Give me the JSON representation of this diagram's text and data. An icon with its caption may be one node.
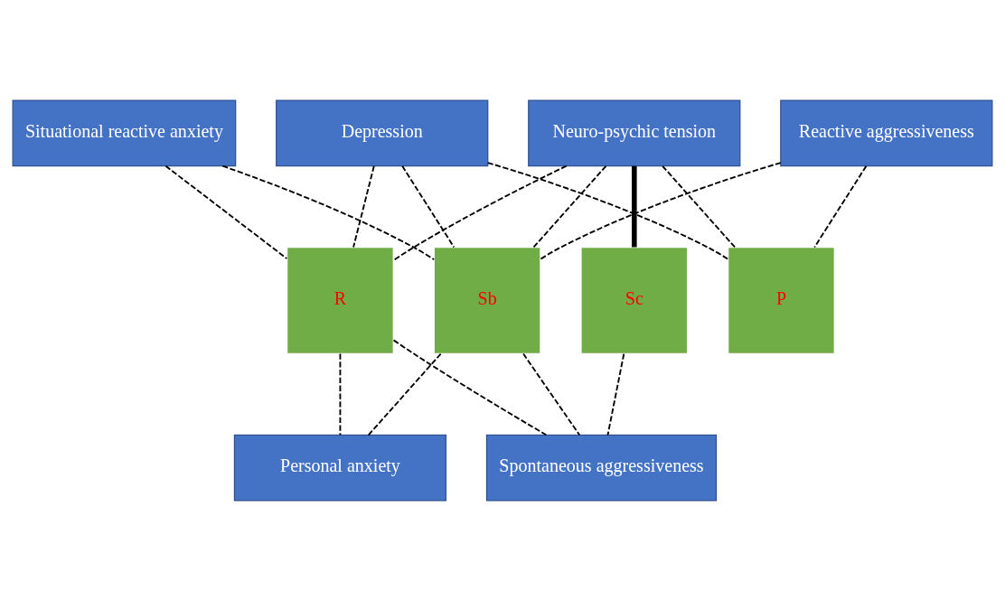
{
  "diagram": {
    "nodes": [
      {
        "text": [
          "Neuro-psychic tension"
        ]
      },
      {
        "text": [
          "Depression"
        ]
      },
      {
        "text": [
          "Situational reactive anxiety"
        ]
      },
      {
        "text": [
          "Sb"
        ]
      },
      {
        "text": [
          "Sc"
        ]
      },
      {
        "text": [
          "R"
        ]
      },
      {
        "text": [
          "P"
        ]
      },
      {
        "text": [
          "Reactive aggressiveness"
        ]
      },
      {
        "text": [
          "Personal anxiety"
        ]
      },
      {
        "text": [
          "Spontaneous aggressiveness"
        ]
      }
    ],
    "edges": [
      {
        "from": 0,
        "to": 3,
        "arrow": "none",
        "style": "dashed"
      },
      {
        "from": 0,
        "to": 5,
        "arrow": "none",
        "style": "dashed"
      },
      {
        "from": 0,
        "to": 4,
        "arrow": "none",
        "style": "thick"
      },
      {
        "from": 0,
        "to": 6,
        "arrow": "none",
        "style": "dashed"
      },
      {
        "from": 1,
        "to": 3,
        "arrow": "none",
        "style": "dashed"
      },
      {
        "from": 1,
        "to": 5,
        "arrow": "none",
        "style": "dashed"
      },
      {
        "from": 1,
        "to": 6,
        "arrow": "none",
        "style": "dashed"
      },
      {
        "from": 2,
        "to": 3,
        "arrow": "none",
        "style": "dashed"
      },
      {
        "from": 2,
        "to": 5,
        "arrow": "none",
        "style": "dashed"
      },
      {
        "from": 7,
        "to": 3,
        "arrow": "none",
        "style": "dashed"
      },
      {
        "from": 7,
        "to": 6,
        "arrow": "none",
        "style": "dashed"
      },
      {
        "from": 3,
        "to": 9,
        "arrow": "none",
        "style": "dashed"
      },
      {
        "from": 5,
        "to": 9,
        "arrow": "none",
        "style": "dashed"
      },
      {
        "from": 4,
        "to": 9,
        "arrow": "none",
        "style": "dashed"
      },
      {
        "from": 5,
        "to": 8,
        "arrow": "none",
        "style": "dashed"
      },
      {
        "from": 3,
        "to": 8,
        "arrow": "none",
        "style": "dashed"
      }
    ]
  }
}
